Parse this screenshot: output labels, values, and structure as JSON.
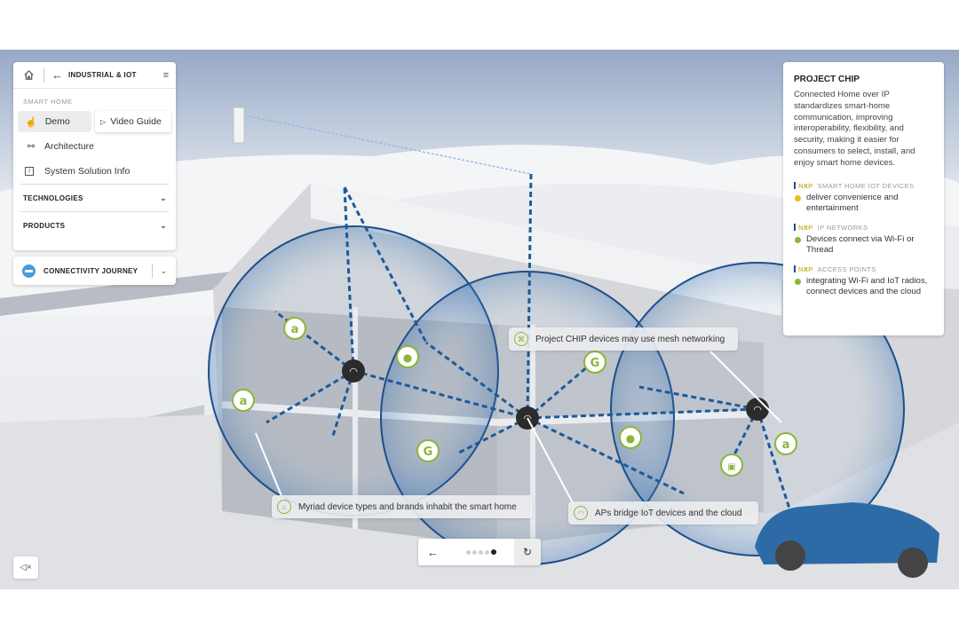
{
  "nav": {
    "title": "INDUSTRIAL & IOT",
    "section": "SMART HOME",
    "demo_label": "Demo",
    "video_label": "Video Guide",
    "items": [
      {
        "label": "Architecture",
        "icon": "nodes-icon"
      },
      {
        "label": "System Solution Info",
        "icon": "info-icon"
      }
    ],
    "technologies_label": "TECHNOLOGIES",
    "products_label": "PRODUCTS"
  },
  "journey": {
    "label": "CONNECTIVITY JOURNEY"
  },
  "info": {
    "title": "PROJECT CHIP",
    "description": "Connected Home over IP standardizes smart-home communication, improving interoperability, flexibility, and security, making it easier for consumers to select, install, and enjoy smart home devices.",
    "categories": [
      {
        "brand": "NXP",
        "heading": "SMART HOME IOT DEVICES",
        "text": "deliver convenience and entertainment",
        "dot_color": "#f2b91c"
      },
      {
        "brand": "NXP",
        "heading": "IP NETWORKS",
        "text": "Devices connect via Wi-Fi or Thread",
        "dot_color": "#8cb53b"
      },
      {
        "brand": "NXP",
        "heading": "ACCESS POINTS",
        "text": "integrating Wi-Fi and IoT radios, connect devices and the cloud",
        "dot_color": "#8cb53b"
      }
    ]
  },
  "callouts": [
    {
      "text": "Project CHIP devices may use mesh networking",
      "icon": "mesh-icon"
    },
    {
      "text": "Myriad device types and brands inhabit the smart home",
      "icon": "smart-home-icon"
    },
    {
      "text": "APs bridge IoT devices and the cloud",
      "icon": "wifi-icon"
    }
  ],
  "device_badges": [
    "a",
    "a",
    "",
    "G",
    "G",
    "",
    "a",
    ""
  ],
  "pager": {
    "total": 5,
    "active": 5
  },
  "colors": {
    "accent_green": "#8cb53b",
    "coverage_blue": "#1c5a9a",
    "car_blue": "#2e6ba6"
  }
}
